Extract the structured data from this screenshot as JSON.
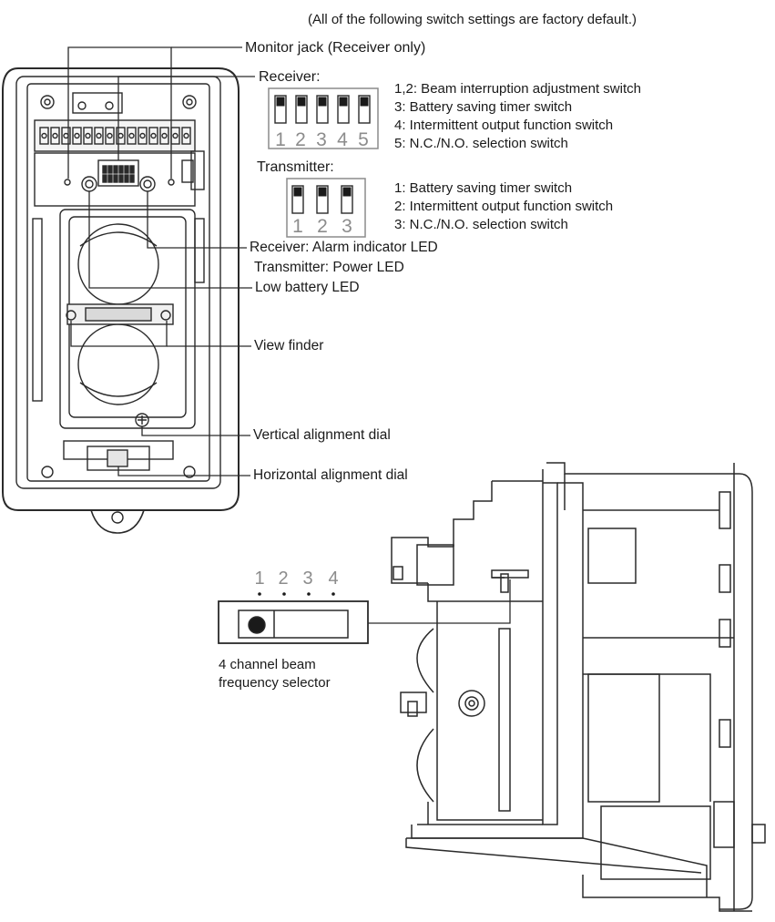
{
  "note": "(All of the following switch settings are factory default.)",
  "labels": {
    "monitor_jack": "Monitor jack (Receiver only)",
    "receiver_header": "Receiver:",
    "transmitter_header": "Transmitter:",
    "alarm_led": "Receiver: Alarm indicator LED",
    "power_led": "Transmitter: Power LED",
    "low_battery": "Low battery LED",
    "view_finder": "View finder",
    "vertical_dial": "Vertical alignment dial",
    "horizontal_dial": "Horizontal alignment dial",
    "freq_selector_line1": "4 channel beam",
    "freq_selector_line2": "frequency selector"
  },
  "receiver_switches": {
    "numbers": [
      "1",
      "2",
      "3",
      "4",
      "5"
    ],
    "descriptions": [
      "1,2: Beam interruption adjustment switch",
      "3: Battery saving timer switch",
      "4: Intermittent output function switch",
      "5: N.C./N.O. selection switch"
    ]
  },
  "transmitter_switches": {
    "numbers": [
      "1",
      "2",
      "3"
    ],
    "descriptions": [
      "1: Battery saving timer switch",
      "2: Intermittent output function switch",
      "3: N.C./N.O. selection switch"
    ]
  },
  "channel_selector": {
    "channels": [
      "1",
      "2",
      "3",
      "4"
    ],
    "selected": "1"
  }
}
